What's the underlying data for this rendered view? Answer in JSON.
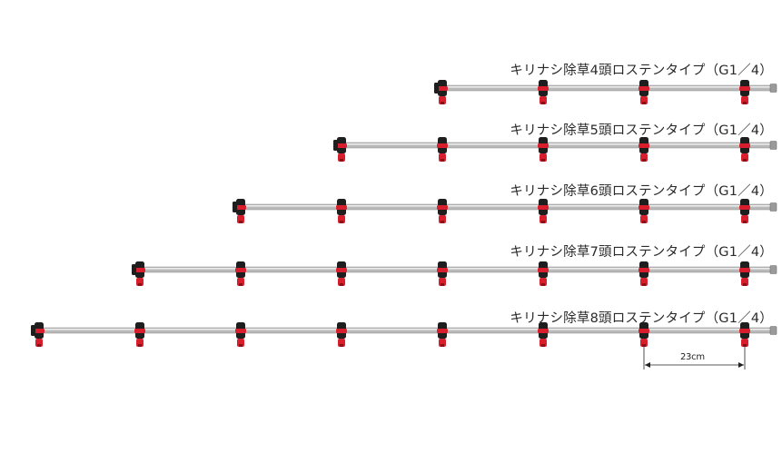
{
  "products": [
    {
      "label": "キリナシ除草4頭ロステンタイプ（G1／4）",
      "nozzle_count": 4
    },
    {
      "label": "キリナシ除草5頭ロステンタイプ（G1／4）",
      "nozzle_count": 5
    },
    {
      "label": "キリナシ除草6頭ロステンタイプ（G1／4）",
      "nozzle_count": 6
    },
    {
      "label": "キリナシ除草7頭ロステンタイプ（G1／4）",
      "nozzle_count": 7
    },
    {
      "label": "キリナシ除草8頭ロステンタイプ（G1／4）",
      "nozzle_count": 8
    }
  ],
  "dimension": {
    "label": "23cm"
  },
  "colors": {
    "pipe": "#b9b9b9",
    "pipe_highlight": "#ececec",
    "nozzle_body": "#1e1e1e",
    "nozzle_tip": "#d81e2c",
    "text": "#2a2a2a"
  }
}
